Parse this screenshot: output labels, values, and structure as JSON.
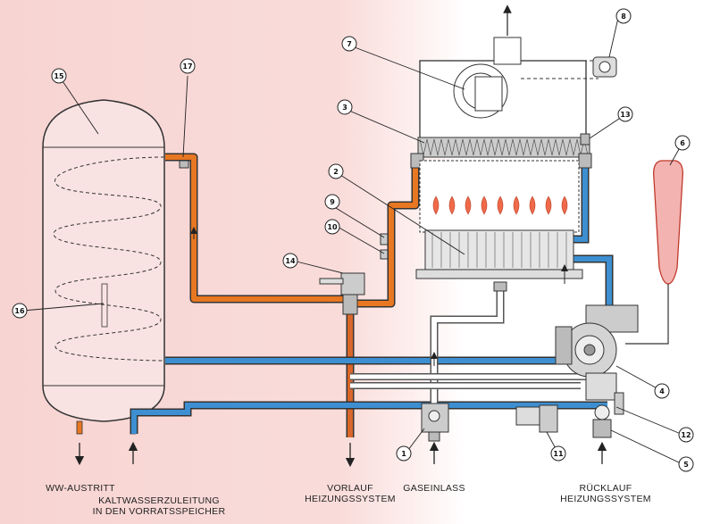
{
  "callouts": [
    "1",
    "2",
    "3",
    "4",
    "5",
    "6",
    "7",
    "8",
    "9",
    "10",
    "11",
    "12",
    "13",
    "14",
    "15",
    "16",
    "17"
  ],
  "labels": {
    "ww_austritt": "WW-AUSTRITT",
    "kaltwasser_line1": "KALTWASSERZULEITUNG",
    "kaltwasser_line2": "IN DEN VORRATSSPEICHER",
    "vorlauf_line1": "VORLAUF",
    "vorlauf_line2": "HEIZUNGSSYSTEM",
    "gaseinlass": "GASEINLASS",
    "ruecklauf_line1": "RÜCKLAUF",
    "ruecklauf_line2": "HEIZUNGSSYSTEM"
  },
  "colors": {
    "hot_pipe": "#e87722",
    "cold_pipe": "#3d8fd1",
    "gas_pipe": "#ffffff",
    "expansion_vessel": "#f3b3b0",
    "flame": "#f06a4a",
    "background_warm": "#f7d4d2"
  }
}
